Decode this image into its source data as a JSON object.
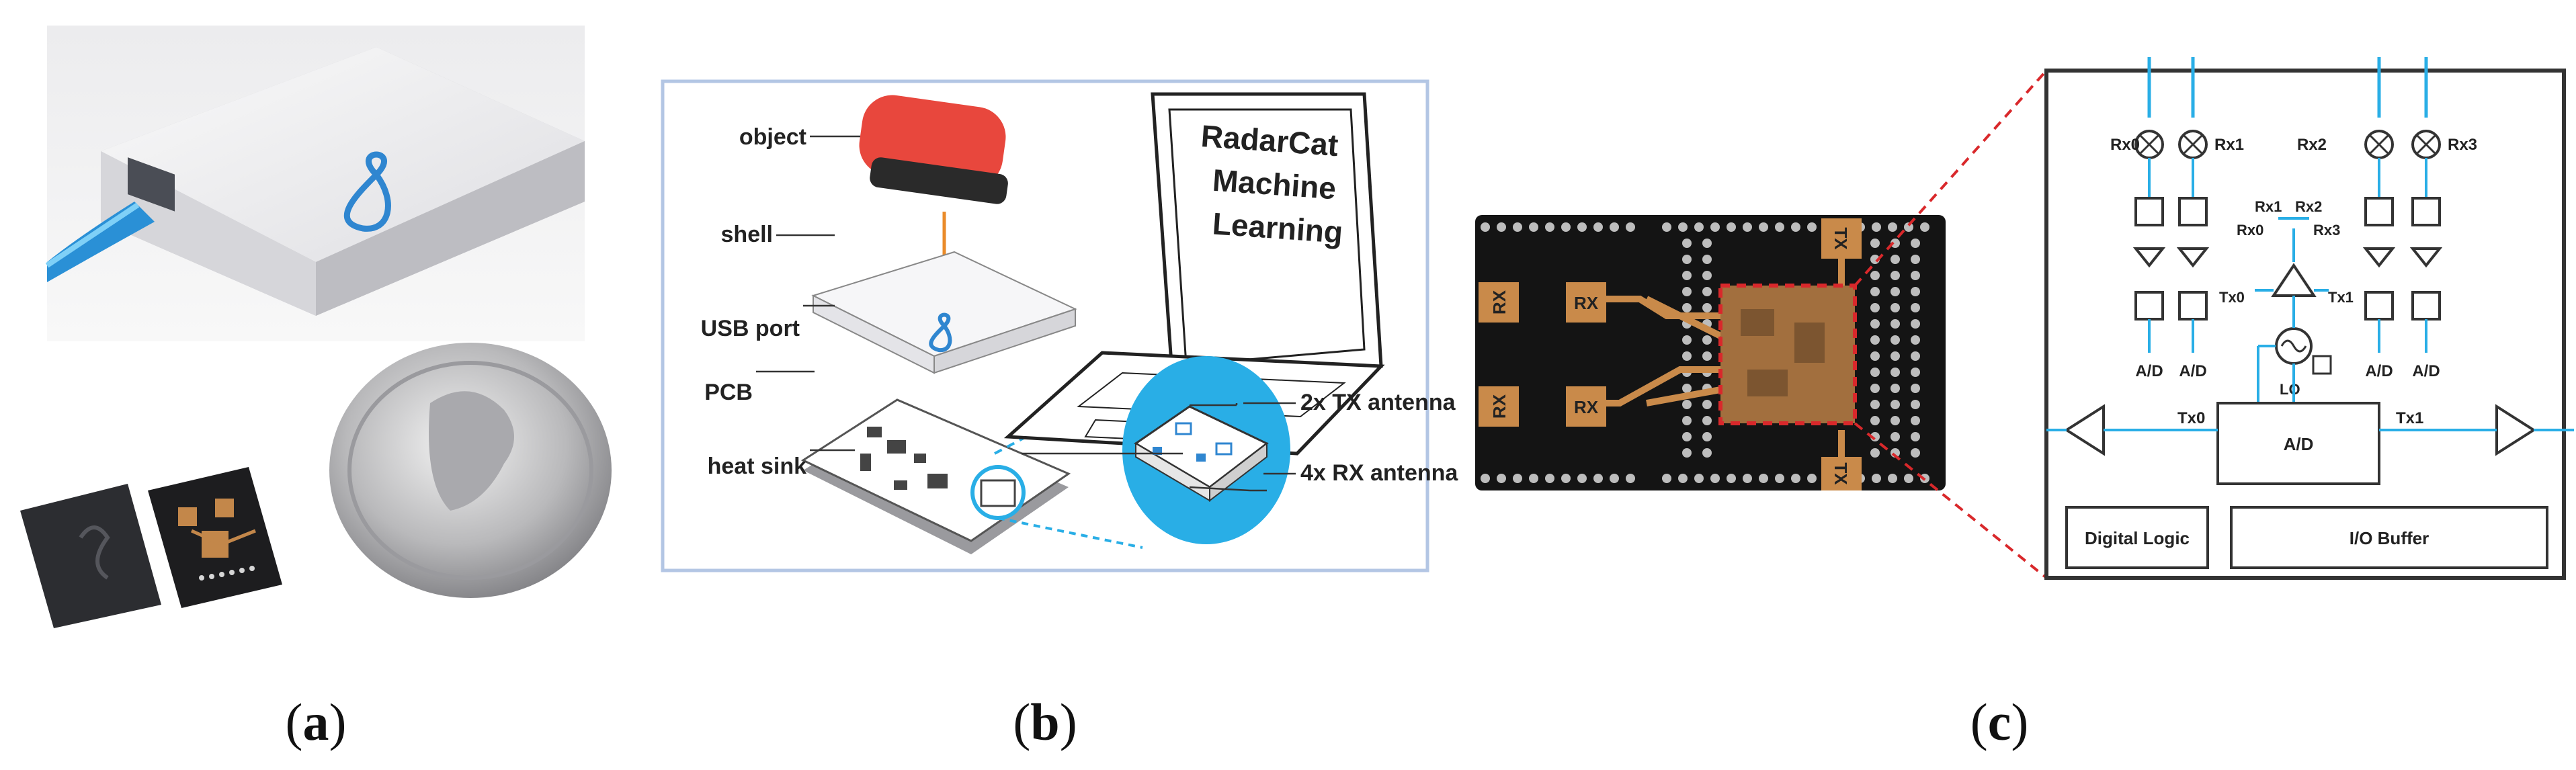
{
  "captions": {
    "a_open": "(",
    "a_letter": "a",
    "a_close": ")",
    "b_open": "(",
    "b_letter": "b",
    "b_close": ")",
    "c_open": "(",
    "c_letter": "c",
    "c_close": ")"
  },
  "panel_b": {
    "labels": {
      "object": "object",
      "shell": "shell",
      "usb_port": "USB port",
      "pcb": "PCB",
      "heat_sink": "heat sink",
      "tx_antenna": "2x TX antenna",
      "rx_antenna": "4x RX antenna"
    },
    "laptop_screen_lines": [
      "RadarCat",
      "Machine",
      "Learning"
    ]
  },
  "panel_c": {
    "pcb_labels": {
      "rx": "RX",
      "tx": "TX"
    },
    "block": {
      "rx0": "Rx0",
      "rx1": "Rx1",
      "rx2": "Rx2",
      "rx3": "Rx3",
      "tx0": "Tx0",
      "tx1": "Tx1",
      "ad": "A/D",
      "lo": "LO",
      "digital_logic": "Digital Logic",
      "io_buffer": "I/O Buffer"
    }
  },
  "colors": {
    "accent_blue": "#29aee6",
    "laser_red": "#d9282b",
    "frame_blue": "#b3c6e4",
    "pcb_black": "#141414",
    "copper": "#c98a4a"
  }
}
